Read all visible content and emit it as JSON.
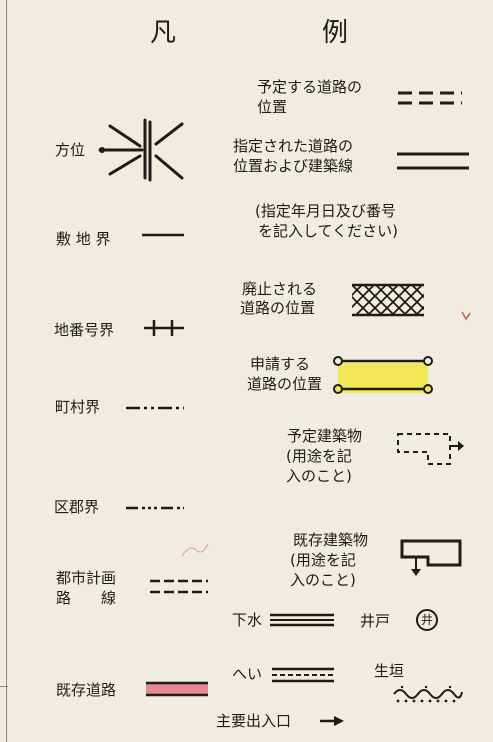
{
  "title": {
    "char1": "凡",
    "char2": "例"
  },
  "left": {
    "hoi": "方位",
    "shikichi": "敷 地 界",
    "chiban": "地番号界",
    "chouson": "町村界",
    "kugun": "区郡界",
    "toshi_line1": "都市計画",
    "toshi_line2": "路　　線",
    "kizon_douro": "既存道路"
  },
  "right": {
    "yotei_douro_1": "予定する道路の",
    "yotei_douro_2": "位置",
    "shitei_1": "指定された道路の",
    "shitei_2": "位置および建築線",
    "note_1": "(指定年月日及び番号",
    "note_2": "を記入してください)",
    "haishi_1": "廃止される",
    "haishi_2": "道路の位置",
    "shinsei_1": "申請する",
    "shinsei_2": "道路の位置",
    "yotei_kenchiku_1": "予定建築物",
    "yotei_kenchiku_2": "(用途を記",
    "yotei_kenchiku_3": "入のこと)",
    "kizon_kenchiku_1": "既存建築物",
    "kizon_kenchiku_2": "(用途を記",
    "kizon_kenchiku_3": "入のこと)",
    "gesui": "下水",
    "ido": "井戸",
    "ido_symbol": "井",
    "hei": "へい",
    "ikegaki": "生垣",
    "shuyou": "主要出入口"
  },
  "colors": {
    "highlight_yellow": "#f4e84a",
    "highlight_pink": "#e58a92",
    "ink": "#1e1c1a"
  },
  "icons": [
    "compass-icon",
    "arrow-right-icon",
    "well-icon",
    "hedge-icon",
    "building-planned-icon",
    "building-existing-icon"
  ]
}
